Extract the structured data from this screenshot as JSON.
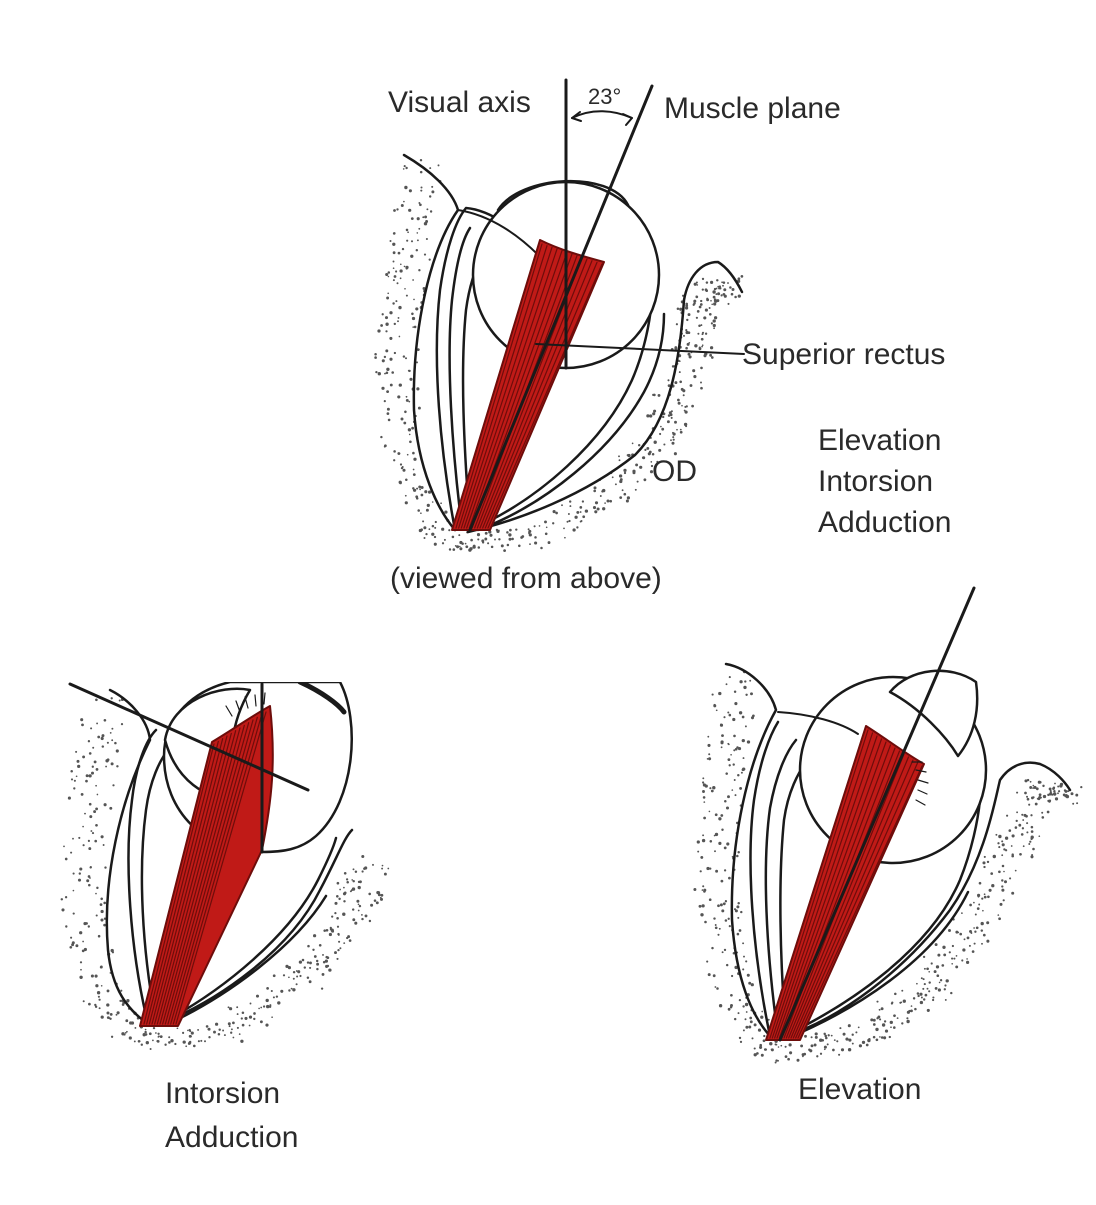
{
  "labels": {
    "visual_axis": "Visual axis",
    "angle": "23°",
    "muscle_plane": "Muscle plane",
    "superior_rectus": "Superior rectus",
    "od": "OD",
    "viewed_from_above": "(viewed from above)",
    "actions": [
      "Elevation",
      "Intorsion",
      "Adduction"
    ],
    "bottom_left_actions": [
      "Intorsion",
      "Adduction"
    ],
    "bottom_right_action": "Elevation"
  },
  "colors": {
    "muscle": "#c01a17",
    "muscle_fibers": "#6e0d0b",
    "outline": "#1a1a1a",
    "stipple": "#555555"
  }
}
